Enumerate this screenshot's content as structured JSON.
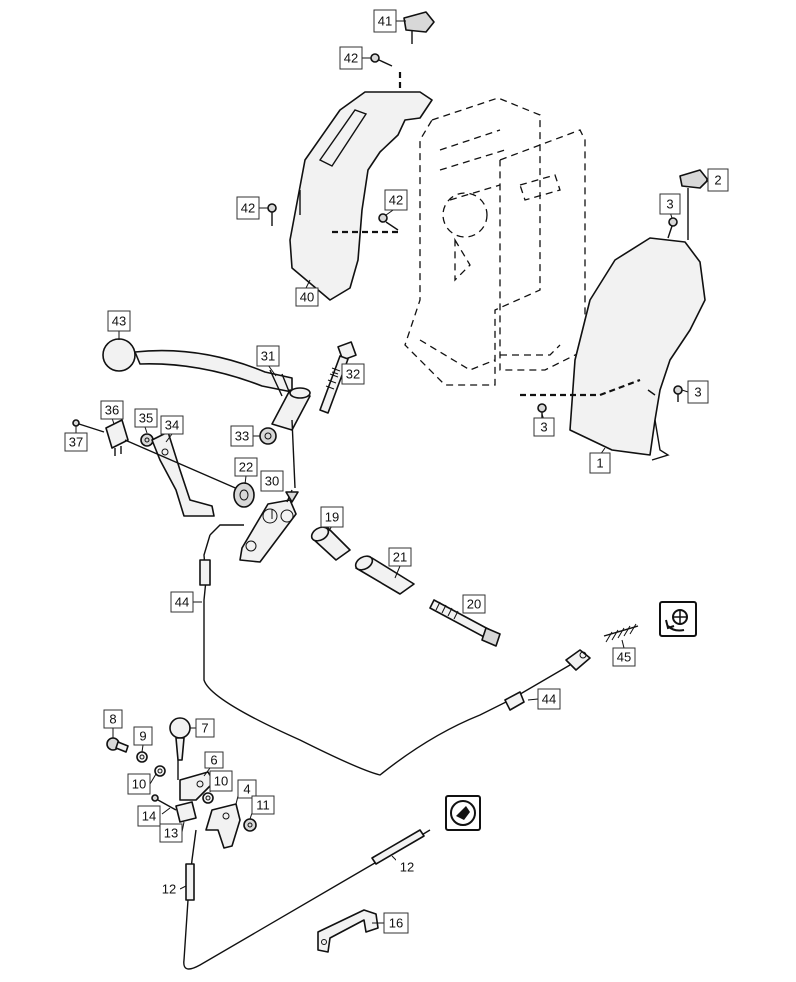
{
  "callouts": [
    {
      "id": "c41",
      "label": "41"
    },
    {
      "id": "c42a",
      "label": "42"
    },
    {
      "id": "c42b",
      "label": "42"
    },
    {
      "id": "c42c",
      "label": "42"
    },
    {
      "id": "c40",
      "label": "40"
    },
    {
      "id": "c2",
      "label": "2"
    },
    {
      "id": "c3a",
      "label": "3"
    },
    {
      "id": "c3b",
      "label": "3"
    },
    {
      "id": "c3c",
      "label": "3"
    },
    {
      "id": "c1",
      "label": "1"
    },
    {
      "id": "c43",
      "label": "43"
    },
    {
      "id": "c31",
      "label": "31"
    },
    {
      "id": "c32",
      "label": "32"
    },
    {
      "id": "c36",
      "label": "36"
    },
    {
      "id": "c35",
      "label": "35"
    },
    {
      "id": "c34",
      "label": "34"
    },
    {
      "id": "c37",
      "label": "37"
    },
    {
      "id": "c33",
      "label": "33"
    },
    {
      "id": "c22",
      "label": "22"
    },
    {
      "id": "c30",
      "label": "30"
    },
    {
      "id": "c19",
      "label": "19"
    },
    {
      "id": "c21",
      "label": "21"
    },
    {
      "id": "c20",
      "label": "20"
    },
    {
      "id": "c44a",
      "label": "44"
    },
    {
      "id": "c44b",
      "label": "44"
    },
    {
      "id": "c45",
      "label": "45"
    },
    {
      "id": "c8",
      "label": "8"
    },
    {
      "id": "c7",
      "label": "7"
    },
    {
      "id": "c9",
      "label": "9"
    },
    {
      "id": "c6",
      "label": "6"
    },
    {
      "id": "c10a",
      "label": "10"
    },
    {
      "id": "c10b",
      "label": "10"
    },
    {
      "id": "c4",
      "label": "4"
    },
    {
      "id": "c11",
      "label": "11"
    },
    {
      "id": "c14",
      "label": "14"
    },
    {
      "id": "c13",
      "label": "13"
    },
    {
      "id": "c12a",
      "label": "12"
    },
    {
      "id": "c12b",
      "label": "12"
    },
    {
      "id": "c16",
      "label": "16"
    }
  ],
  "icons": {
    "auger_symbol": "auger-control-icon",
    "drive_symbol": "drive-control-icon"
  }
}
